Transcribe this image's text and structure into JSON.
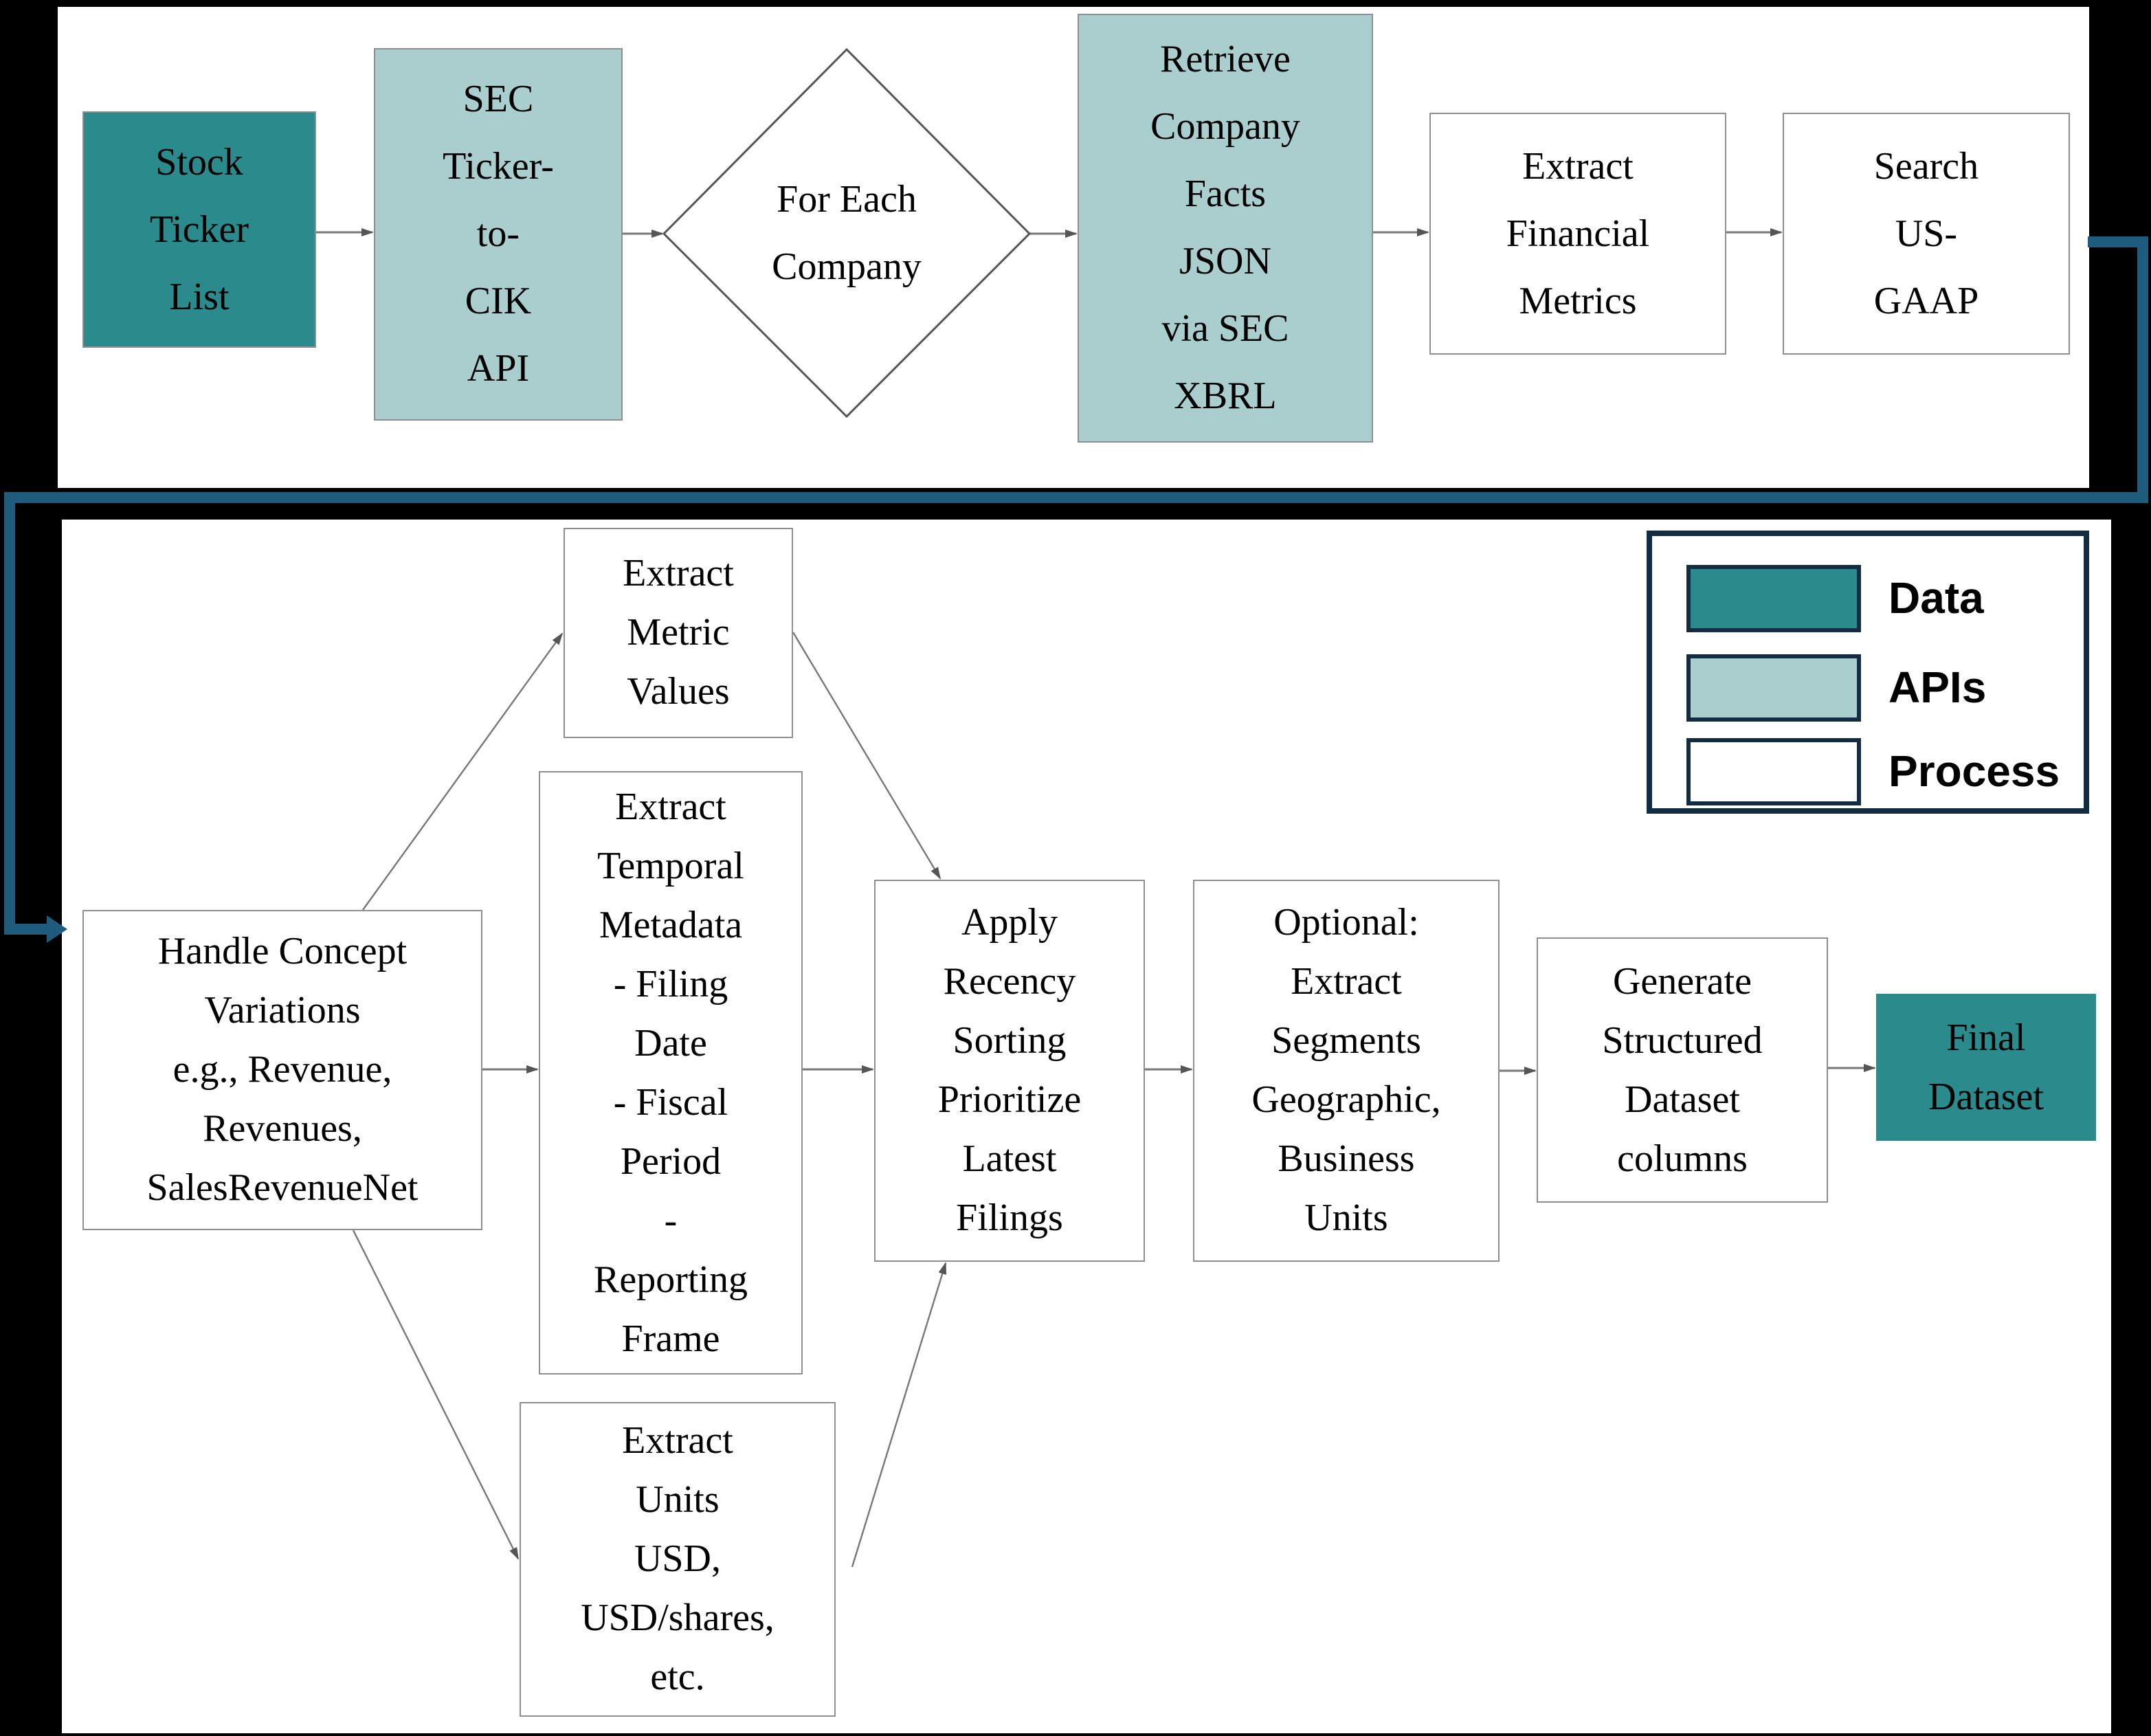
{
  "colors": {
    "data_fill": "#2A8A8C",
    "api_fill": "#AACDCD",
    "process_fill": "#FFFFFF",
    "connector_blue": "#1F5B7C",
    "legend_border": "#132C42"
  },
  "top_row": {
    "stock_ticker_list": {
      "lines": [
        "Stock",
        "Ticker",
        "List"
      ]
    },
    "sec_ticker_to_cik_api": {
      "lines": [
        "SEC",
        "Ticker-",
        "to-",
        "CIK",
        "API"
      ]
    },
    "for_each_company": {
      "lines": [
        "For Each",
        "Company"
      ]
    },
    "retrieve_company_facts": {
      "lines": [
        "Retrieve",
        "Company",
        "Facts",
        "JSON",
        "via SEC",
        "XBRL"
      ]
    },
    "extract_financial_metrics": {
      "lines": [
        "Extract",
        "Financial",
        "Metrics"
      ]
    },
    "search_us_gaap": {
      "lines": [
        "Search",
        "US-",
        "GAAP"
      ]
    }
  },
  "bottom_row": {
    "handle_concept_variations": {
      "lines": [
        "Handle Concept",
        "Variations",
        "e.g., Revenue,",
        "Revenues,",
        "SalesRevenueNet"
      ]
    },
    "extract_metric_values": {
      "lines": [
        "Extract",
        "Metric",
        "Values"
      ]
    },
    "extract_temporal_metadata": {
      "lines": [
        "Extract",
        "Temporal",
        "Metadata",
        "- Filing",
        "Date",
        "- Fiscal",
        "Period",
        "-",
        "Reporting",
        "Frame"
      ]
    },
    "extract_units": {
      "lines": [
        "Extract",
        "Units",
        "USD,",
        "USD/shares,",
        "etc."
      ]
    },
    "apply_recency_sorting": {
      "lines": [
        "Apply",
        "Recency",
        "Sorting",
        "Prioritize",
        "Latest",
        "Filings"
      ]
    },
    "optional_extract_segments": {
      "lines": [
        "Optional:",
        "Extract",
        "Segments",
        "Geographic,",
        "Business",
        "Units"
      ]
    },
    "generate_structured_dataset": {
      "lines": [
        "Generate",
        "Structured",
        "Dataset",
        "columns"
      ]
    },
    "final_dataset": {
      "lines": [
        "Final",
        "Dataset"
      ]
    }
  },
  "legend": {
    "items": [
      {
        "label": "Data",
        "color": "#2A8A8C"
      },
      {
        "label": "APIs",
        "color": "#AACDCD"
      },
      {
        "label": "Process",
        "color": "#FFFFFF"
      }
    ]
  }
}
